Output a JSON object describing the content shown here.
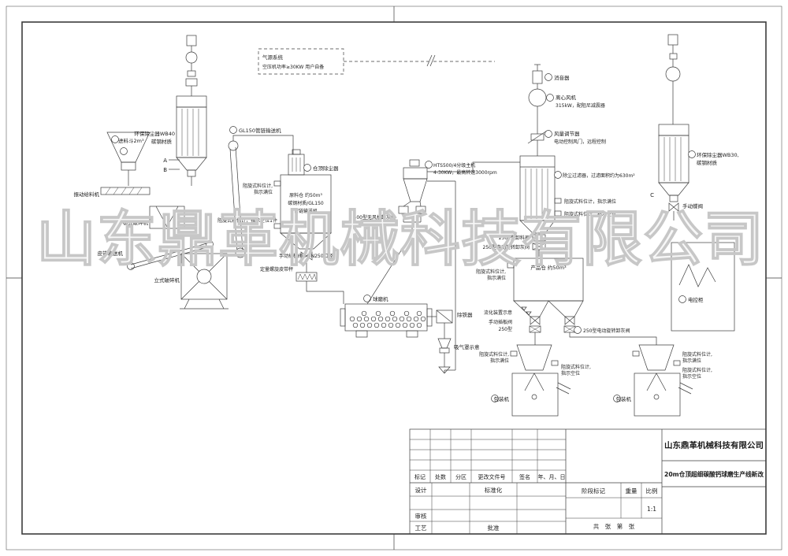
{
  "watermark": "山东鼎革机械科技有限公司",
  "air_system": [
    "气源系统",
    "空压机功率≥30KW 用户自备"
  ],
  "marks": {
    "a": "A",
    "b": "B",
    "c": "C"
  },
  "eq": {
    "feed_hopper": "进料斗2m³",
    "vibrating_feeder": "振动给料机",
    "collector_wb40": [
      "环保除尘器WB40",
      "碳钢材质"
    ],
    "chain_conveyor": "GL150管链输送机",
    "jaw_crusher": "鄂式破碎机",
    "belt_conveyor": "皮带输送机",
    "vertical_crusher": "立式破碎机",
    "silo_top_collector": "仓顶除尘器",
    "raw_silo": [
      "原料仓 约50m³",
      "碳钢材质/GL150",
      "管链输送机"
    ],
    "level_full_silo": [
      "阻旋式料位计,",
      "指示满位"
    ],
    "level_empty_silo": "阻旋式料位计，指示空位1件",
    "slide_valve_dn250": "手动插板阀，DN250口径",
    "screw_scale": "定量螺旋皮带秤",
    "ball_mill": "球磨机",
    "iron_remover": "除铁器",
    "suction_hood": "吸气罩示意",
    "classifier": [
      "HTS500/4分级主机",
      "4-30KW，最高转速3000rpm"
    ],
    "ash_valve_400": "400型无风机卸灰阀",
    "dust_filter": "除尘过滤器，过滤面积约为630m²",
    "level_full_filter": "阻旋式料位计，指示满位",
    "level_empty_filter": "阻旋式料位计，指示空位",
    "discharger_2500": "2500型卸料器",
    "rotary_valve_filter": "250型电动旋转卸灰阀",
    "muffler": "消音器",
    "fan": [
      "离心风机",
      "315kW，配阻尼减震器"
    ],
    "damper": [
      "风量调节器",
      "电动控制风门，远程控制"
    ],
    "collector_wb30": [
      "环保除尘器WB30,",
      "碳钢材质"
    ],
    "butterfly_valve": "手动蝶阀",
    "product_silo": "产品仓 约50m³",
    "level_full_product": [
      "阻旋式料位计,",
      "指示满位"
    ],
    "fluidizer": "流化装置示意",
    "slide_valve_250": [
      "手动插板阀",
      "250型"
    ],
    "rotary_valve_product": "250型电动旋转卸灰阀",
    "level_full_pack_l": [
      "阻旋式料位计,",
      "指示满位"
    ],
    "level_empty_pack_l": [
      "阻旋式料位计,",
      "指示空位"
    ],
    "packer_l": "包装机",
    "level_full_pack_r": [
      "阻旋式料位计,",
      "指示满位"
    ],
    "level_empty_pack_r": [
      "阻旋式料位计,",
      "指示空位"
    ],
    "packer_r": "包装机",
    "control_cabinet": "电控柜"
  },
  "title_block": {
    "company": "山东鼎革机械科技有限公司",
    "project": "20m仓顶超细碳酸钙球磨生产线新改",
    "rev_headers": [
      "标记",
      "处数",
      "分区",
      "更改文件号",
      "签名",
      "年、月、日"
    ],
    "design": "设计",
    "standardize": "标准化",
    "review": "审核",
    "craft": "工艺",
    "approve": "批准",
    "stage_mark": "阶段标记",
    "weight": "重量",
    "scale": "比例",
    "scale_value": "1:1",
    "sheet": "共　张　第　张"
  }
}
